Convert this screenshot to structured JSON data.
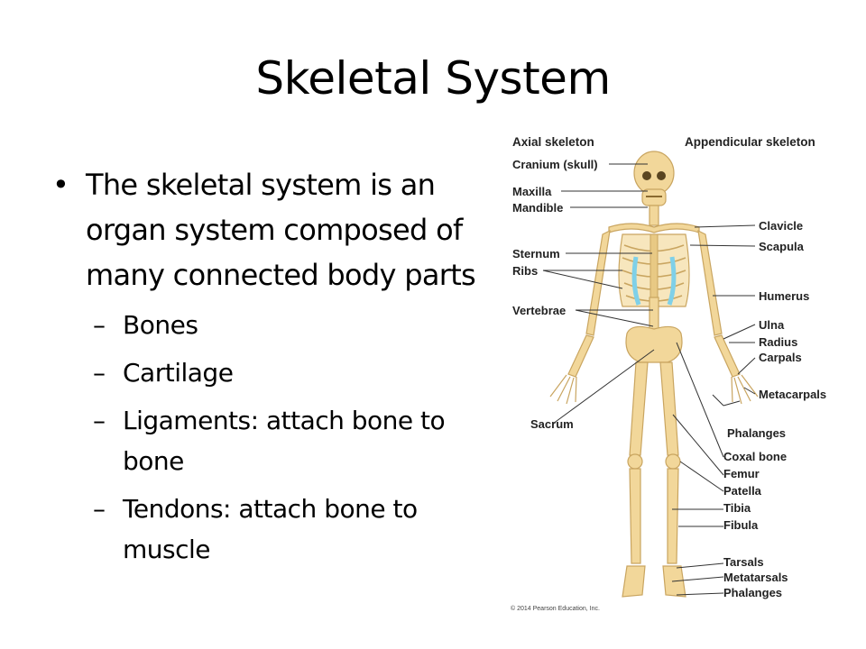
{
  "slide": {
    "title": "Skeletal System",
    "bullet_main": "The skeletal system is an organ system composed of many connected body parts",
    "sub_bullets": [
      "Bones",
      "Cartilage",
      "Ligaments: attach bone to bone",
      "Tendons: attach bone to muscle"
    ],
    "bullet_symbol": "•",
    "dash_symbol": "–"
  },
  "figure": {
    "header_left": "Axial skeleton",
    "header_right": "Appendicular skeleton",
    "left_labels": [
      "Cranium (skull)",
      "Maxilla",
      "Mandible",
      "Sternum",
      "Ribs",
      "Vertebrae",
      "Sacrum"
    ],
    "right_labels": [
      "Clavicle",
      "Scapula",
      "Humerus",
      "Ulna",
      "Radius",
      "Carpals",
      "Metacarpals",
      "Phalanges",
      "Coxal bone",
      "Femur",
      "Patella",
      "Tibia",
      "Fibula",
      "Tarsals",
      "Metatarsals",
      "Phalanges"
    ],
    "copyright": "© 2014 Pearson Education, Inc.",
    "colors": {
      "bone": "#f2d79a",
      "bone_outline": "#c9a560",
      "cartilage": "#7fd0e8"
    }
  }
}
